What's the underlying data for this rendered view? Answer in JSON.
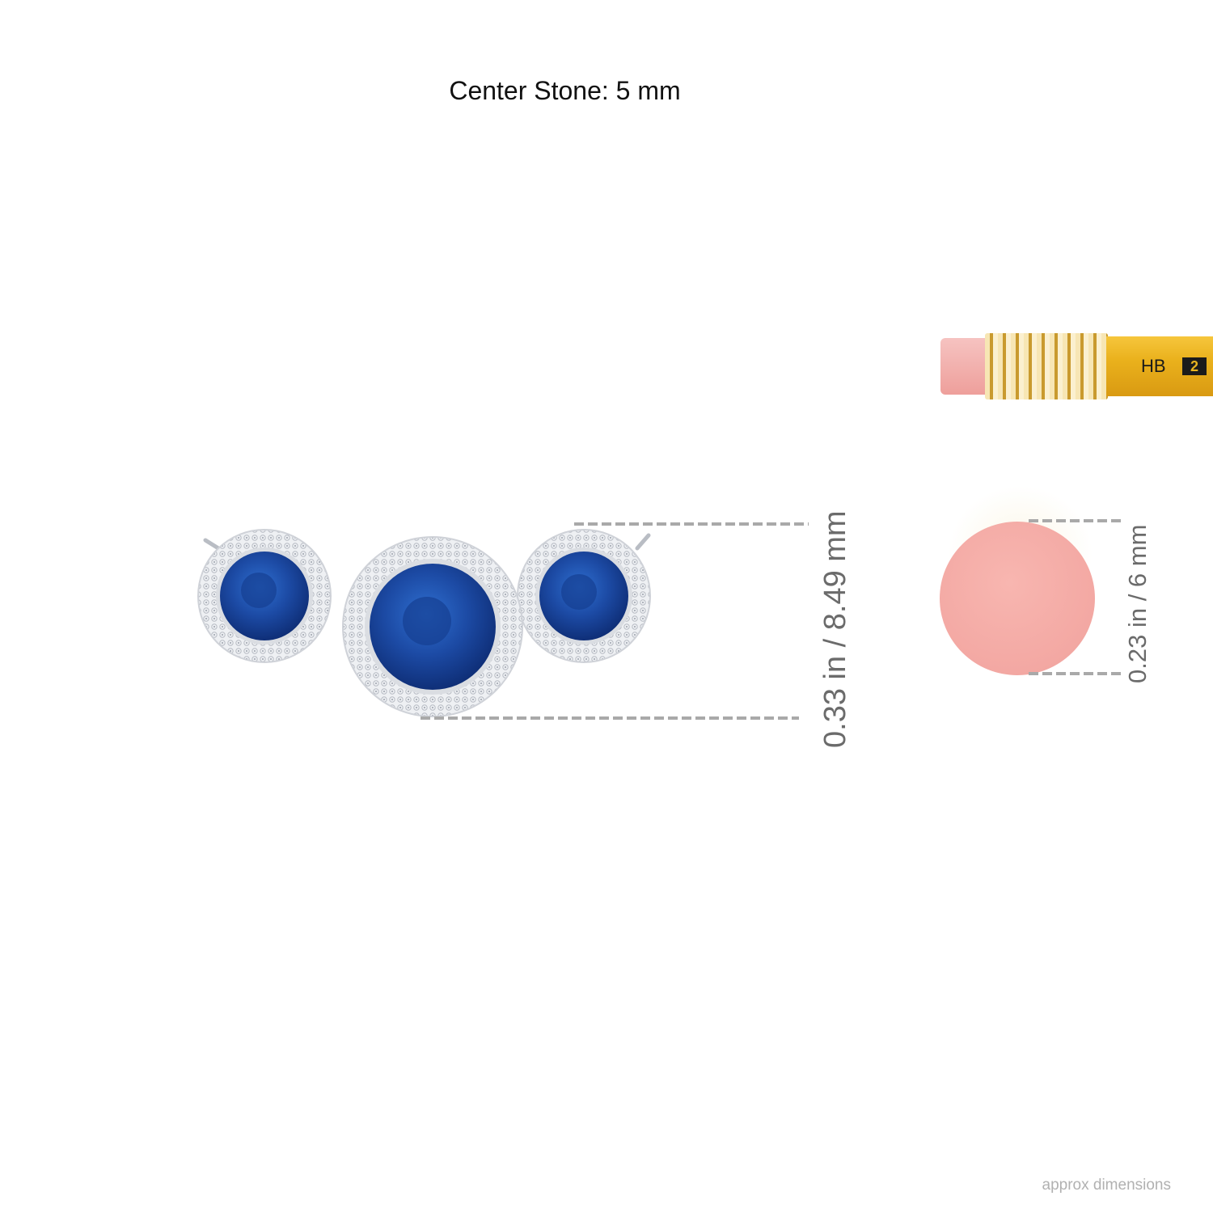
{
  "title": "Center Stone: 5 mm",
  "product": {
    "name": "three-stone-halo-sapphire-pendant",
    "stones": [
      {
        "position": "left",
        "type": "sapphire",
        "color": "#1d4fa8"
      },
      {
        "position": "center",
        "type": "sapphire",
        "color": "#1d4fa8"
      },
      {
        "position": "right",
        "type": "sapphire",
        "color": "#1d4fa8"
      }
    ],
    "halo_color": "#e6e8ec",
    "metal_color": "#d9dce0"
  },
  "measurements": {
    "pendant_height": "0.33 in / 8.49 mm",
    "eraser_diameter": "0.23 in / 6 mm"
  },
  "pencil": {
    "grade": "HB",
    "number": "2",
    "body_color": "#f0b21e",
    "eraser_color": "#f3a9a6"
  },
  "footer": "approx dimensions",
  "colors": {
    "dash": "#a9a9a9",
    "label_text": "#6b6b6b",
    "footer_text": "#b1b1b1"
  }
}
